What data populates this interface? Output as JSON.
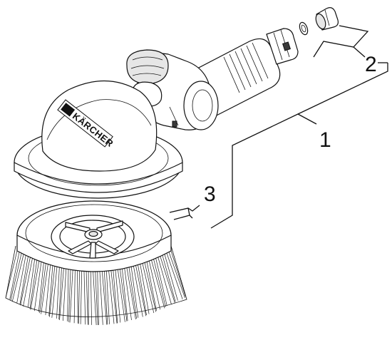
{
  "figure": {
    "brand_mark": "KÄRCHER",
    "callouts": [
      {
        "id": "1",
        "label": "1"
      },
      {
        "id": "2",
        "label": "2"
      },
      {
        "id": "3",
        "label": "3"
      }
    ]
  },
  "parts": [
    {
      "callout": "1",
      "name": "rotating-wash-brush-unit"
    },
    {
      "callout": "2",
      "name": "connection-nipple-with-o-ring"
    },
    {
      "callout": "3",
      "name": "brush-attachment"
    }
  ],
  "colors": {
    "line": "#111111",
    "fill": "#ffffff",
    "shade": "#e6e6e6"
  }
}
